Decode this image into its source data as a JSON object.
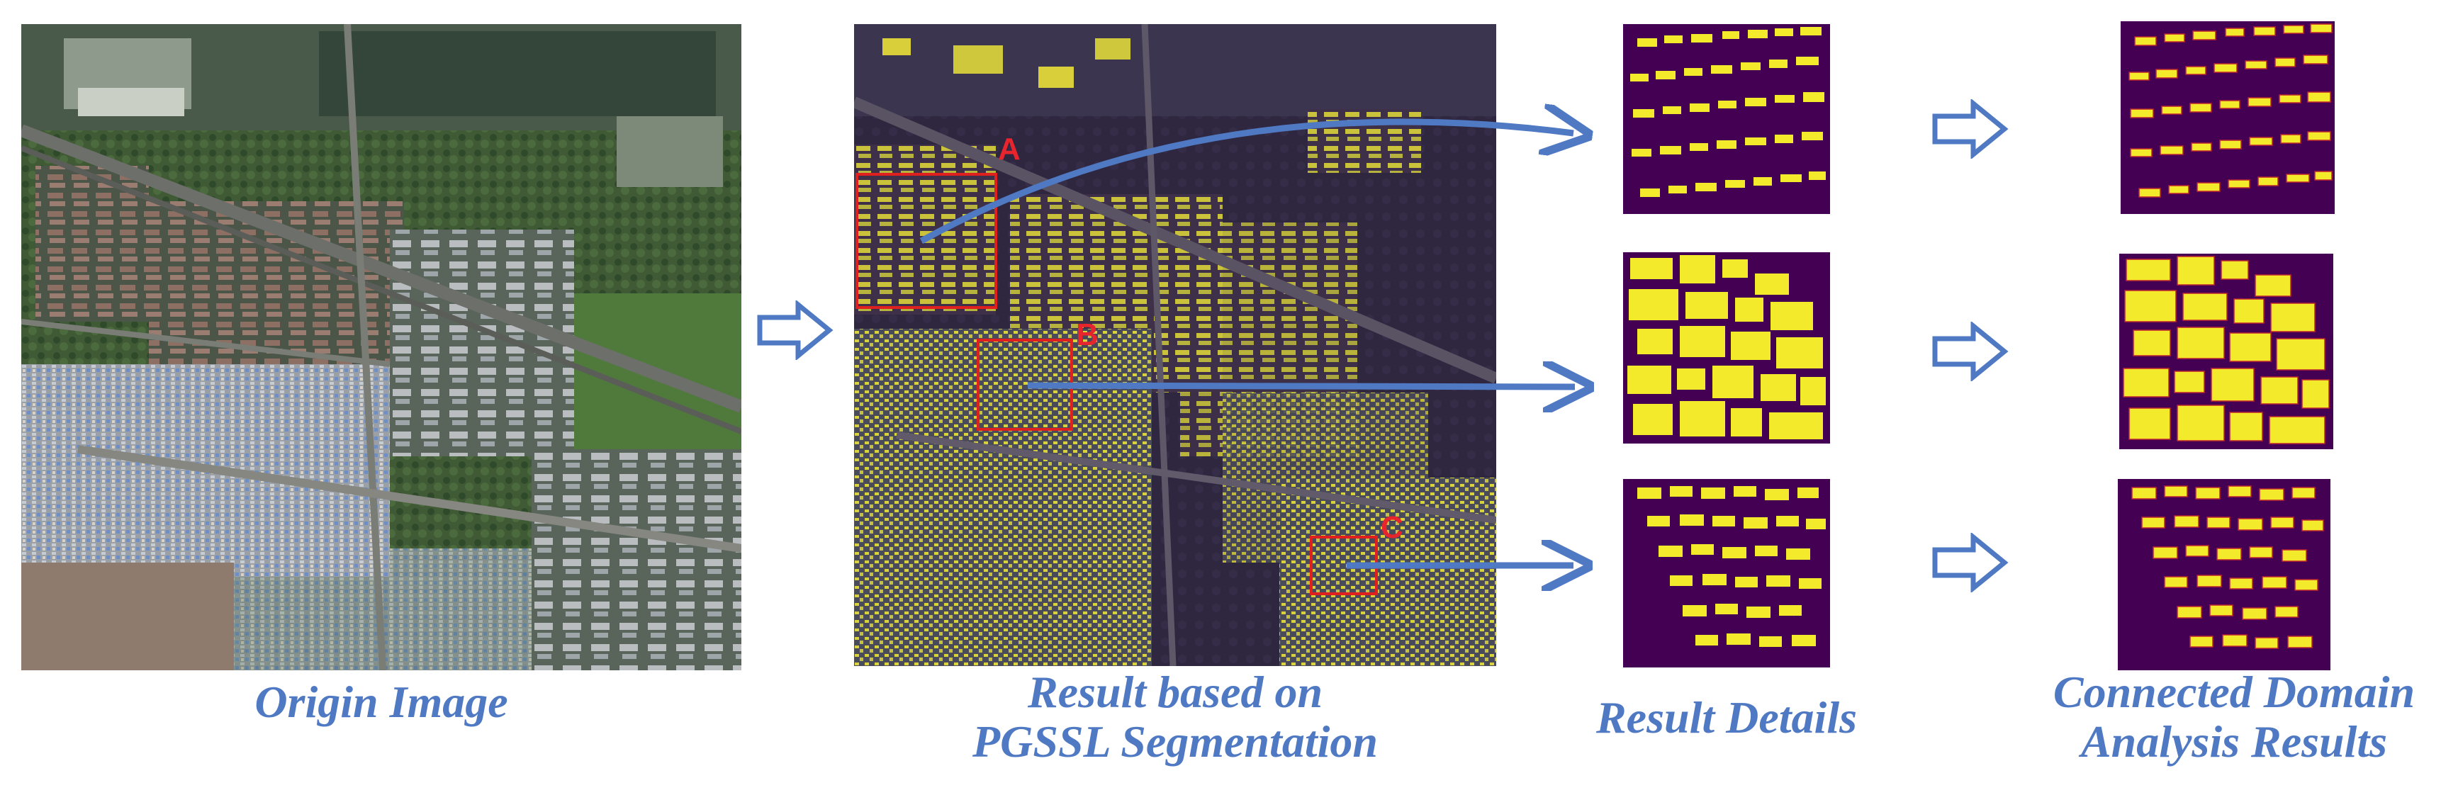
{
  "captions": {
    "origin": "Origin Image",
    "segmentation_line1": "Result based on",
    "segmentation_line2": "PGSSL Segmentation",
    "details": "Result Details",
    "connected_line1": "Connected Domain",
    "connected_line2": "Analysis Results"
  },
  "zones": [
    {
      "label": "A"
    },
    {
      "label": "B"
    },
    {
      "label": "C"
    }
  ],
  "colors": {
    "accent_blue": "#4f79c3",
    "zone_red": "#e0201e",
    "mask_background": "#440154",
    "mask_foreground": "#f2ea2a",
    "aerial_base": "#3b4a3c",
    "segmentation_tint": "#3a2a4a"
  }
}
